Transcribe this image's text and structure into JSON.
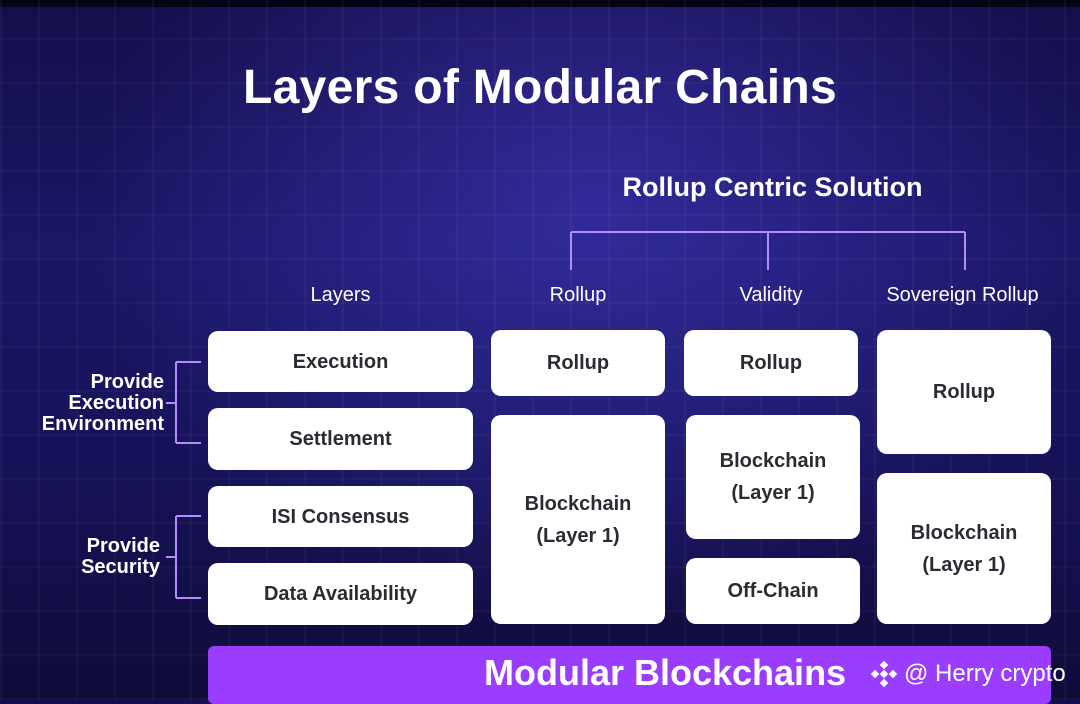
{
  "title": "Layers of Modular Chains",
  "rollup_group": {
    "label": "Rollup Centric Solution"
  },
  "columns": {
    "layers": "Layers",
    "rollup": "Rollup",
    "validity": "Validity",
    "sovereign": "Sovereign Rollup"
  },
  "layers": {
    "execution": "Execution",
    "settlement": "Settlement",
    "consensus": "ISI Consensus",
    "data_availability": "Data Availability"
  },
  "side_labels": {
    "execution_env": [
      "Provide",
      "Execution",
      "Environment"
    ],
    "security": [
      "Provide",
      "Security"
    ]
  },
  "rollup_col": {
    "top": "Rollup",
    "bottom": [
      "Blockchain",
      "(Layer 1)"
    ]
  },
  "validity_col": {
    "top": "Rollup",
    "middle": [
      "Blockchain",
      "(Layer 1)"
    ],
    "bottom": "Off-Chain"
  },
  "sovereign_col": {
    "top": "Rollup",
    "bottom": [
      "Blockchain",
      "(Layer 1)"
    ]
  },
  "banner": "Modular Blockchains",
  "watermark": "@ Herry crypto",
  "colors": {
    "background": "#17135a",
    "bracket": "#b48cff",
    "banner": "#9a3dff",
    "box": "#ffffff",
    "box_text": "#2b2b33"
  }
}
